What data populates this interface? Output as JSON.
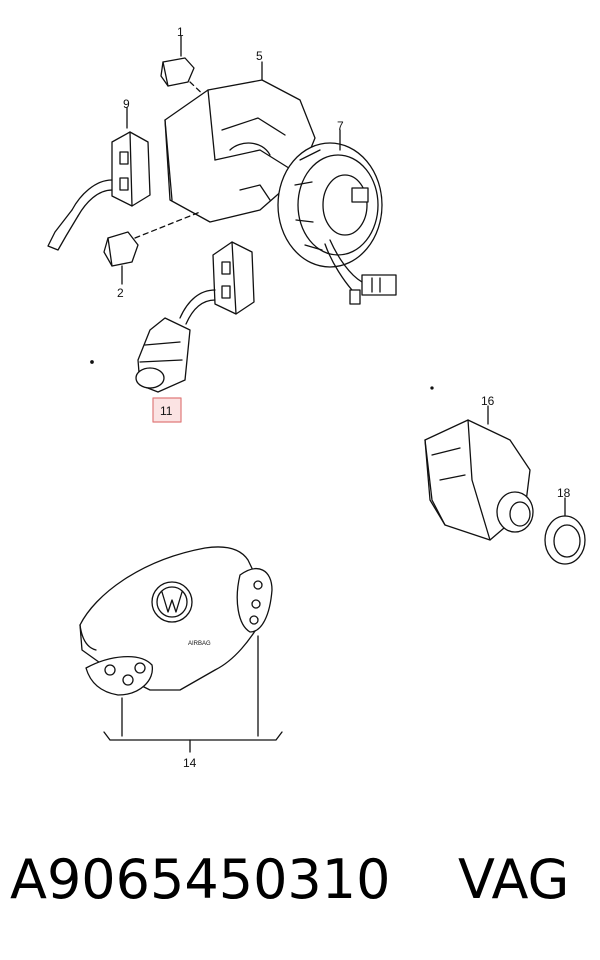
{
  "callouts": {
    "c1": "1",
    "c2": "2",
    "c5": "5",
    "c7": "7",
    "c9": "9",
    "c11": "11",
    "c14": "14",
    "c16": "16",
    "c18": "18"
  },
  "airbag_label": "AIRBAG",
  "part_number": "A9065450310",
  "brand": "VAG",
  "colors": {
    "ink": "#111111",
    "highlight_box": "#e07a7a",
    "highlight_fill": "#fbe3e3"
  }
}
